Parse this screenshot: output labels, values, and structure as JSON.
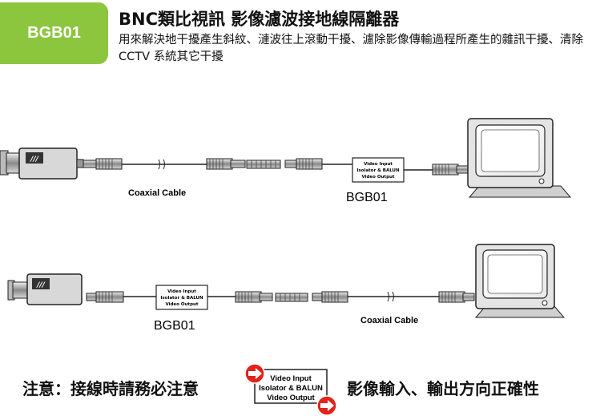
{
  "header": {
    "badge": "BGB01",
    "title": "BNC類比視訊 影像濾波接地線隔離器",
    "description": "用來解決地干擾產生斜紋、漣波往上滾動干擾、濾除影像傳輸過程所產生的雜訊干擾、清除CCTV 系統其它干擾"
  },
  "diagram1": {
    "cable_label": "Coaxial Cable",
    "device_label": "BGB01",
    "box_lines": [
      "Video Input",
      "Isolator & BALUN",
      "Video Output"
    ]
  },
  "diagram2": {
    "cable_label": "Coaxial Cable",
    "device_label": "BGB01",
    "box_lines": [
      "Video Input",
      "Isolator & BALUN",
      "Video Output"
    ]
  },
  "notice": {
    "prefix": "注意：接線時請務必注意",
    "suffix": "影像輸入、輸出方向正確性",
    "box_lines": [
      "Video Input",
      "Isolator & BALUN",
      "Video Output"
    ]
  },
  "colors": {
    "badge": "#8cc63f",
    "arrow": "#e2231a"
  }
}
